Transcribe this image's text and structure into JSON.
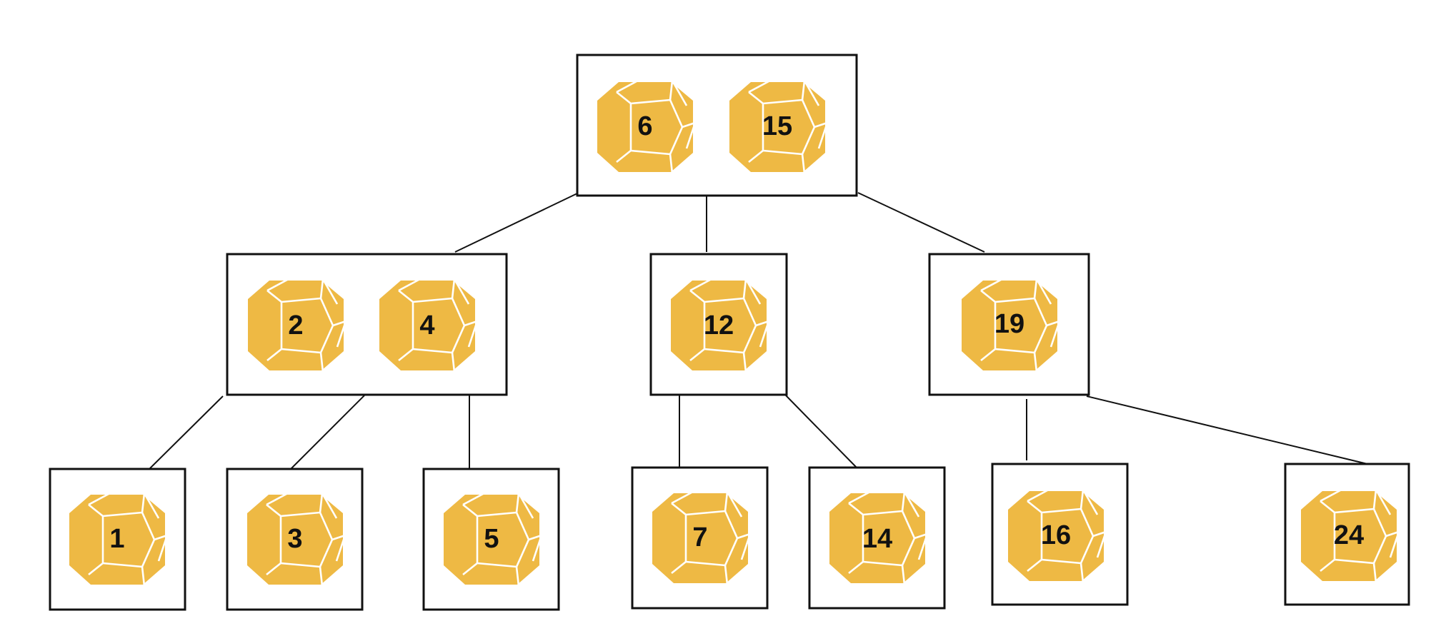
{
  "colors": {
    "die": "#eeb944",
    "outline": "#111111",
    "background": "#ffffff"
  },
  "icons": {
    "key": "dodecahedron-die-icon"
  },
  "tree": {
    "root": {
      "keys": [
        "6",
        "15"
      ]
    },
    "level1": [
      {
        "keys": [
          "2",
          "4"
        ]
      },
      {
        "keys": [
          "12"
        ]
      },
      {
        "keys": [
          "19"
        ]
      }
    ],
    "level2": [
      {
        "keys": [
          "1"
        ]
      },
      {
        "keys": [
          "3"
        ]
      },
      {
        "keys": [
          "5"
        ]
      },
      {
        "keys": [
          "7"
        ]
      },
      {
        "keys": [
          "14"
        ]
      },
      {
        "keys": [
          "16"
        ]
      },
      {
        "keys": [
          "24"
        ]
      }
    ]
  }
}
